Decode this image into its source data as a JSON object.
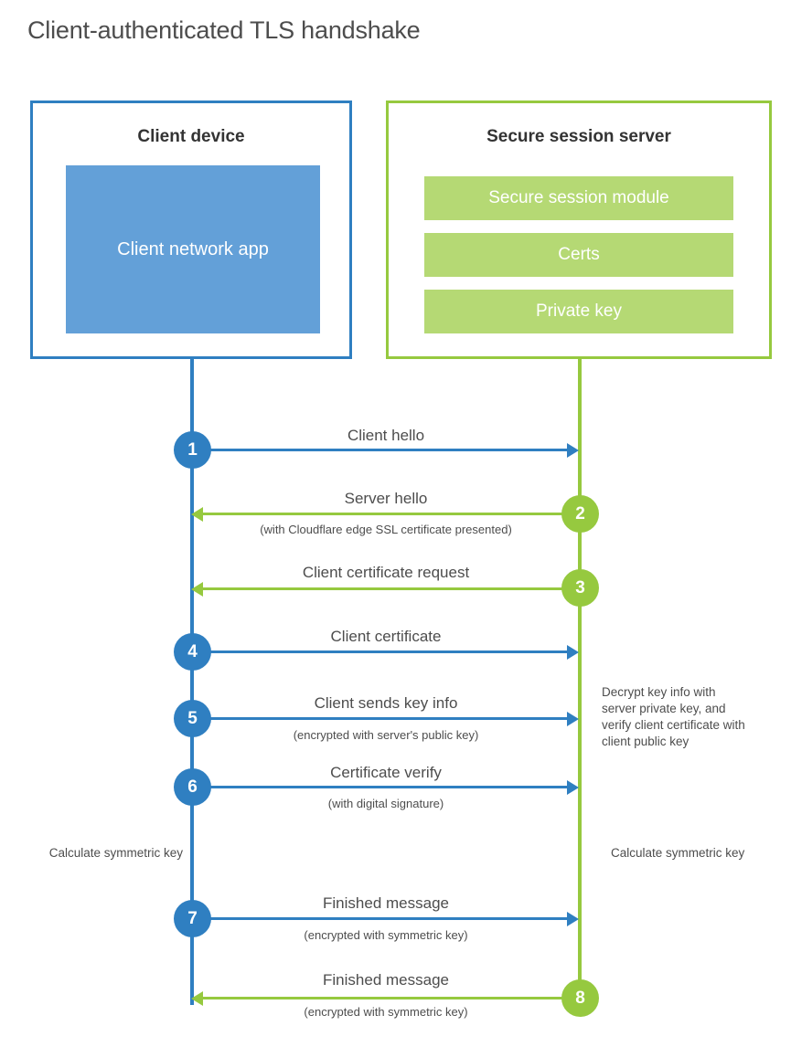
{
  "page": {
    "title": "Client-authenticated TLS handshake"
  },
  "colors": {
    "client_accent": "#2f7fc1",
    "client_app_fill": "#63a0d8",
    "server_accent": "#96c93f",
    "server_module_fill": "#b5d974",
    "text": "#4d4d4d",
    "heading": "#333333"
  },
  "actors": {
    "client": {
      "title": "Client device",
      "app_label": "Client network app"
    },
    "server": {
      "title": "Secure session server",
      "modules": [
        "Secure session module",
        "Certs",
        "Private key"
      ]
    }
  },
  "steps": [
    {
      "number": "1",
      "direction": "client-to-server",
      "color": "blue",
      "primary": "Client hello",
      "secondary": ""
    },
    {
      "number": "2",
      "direction": "server-to-client",
      "color": "green",
      "primary": "Server hello",
      "secondary": "(with Cloudflare edge SSL certificate presented)"
    },
    {
      "number": "3",
      "direction": "server-to-client",
      "color": "green",
      "primary": "Client certificate request",
      "secondary": ""
    },
    {
      "number": "4",
      "direction": "client-to-server",
      "color": "blue",
      "primary": "Client certificate",
      "secondary": ""
    },
    {
      "number": "5",
      "direction": "client-to-server",
      "color": "blue",
      "primary": "Client sends key info",
      "secondary": "(encrypted with server's public key)"
    },
    {
      "number": "6",
      "direction": "client-to-server",
      "color": "blue",
      "primary": "Certificate verify",
      "secondary": "(with digital signature)"
    },
    {
      "number": "7",
      "direction": "client-to-server",
      "color": "blue",
      "primary": "Finished message",
      "secondary": "(encrypted with symmetric key)"
    },
    {
      "number": "8",
      "direction": "server-to-client",
      "color": "green",
      "primary": "Finished message",
      "secondary": "(encrypted with symmetric key)"
    }
  ],
  "notes": {
    "server_decrypt": "Decrypt key info with server private key, and verify client certificate with client public key",
    "client_calculate": "Calculate symmetric key",
    "server_calculate": "Calculate symmetric key"
  }
}
